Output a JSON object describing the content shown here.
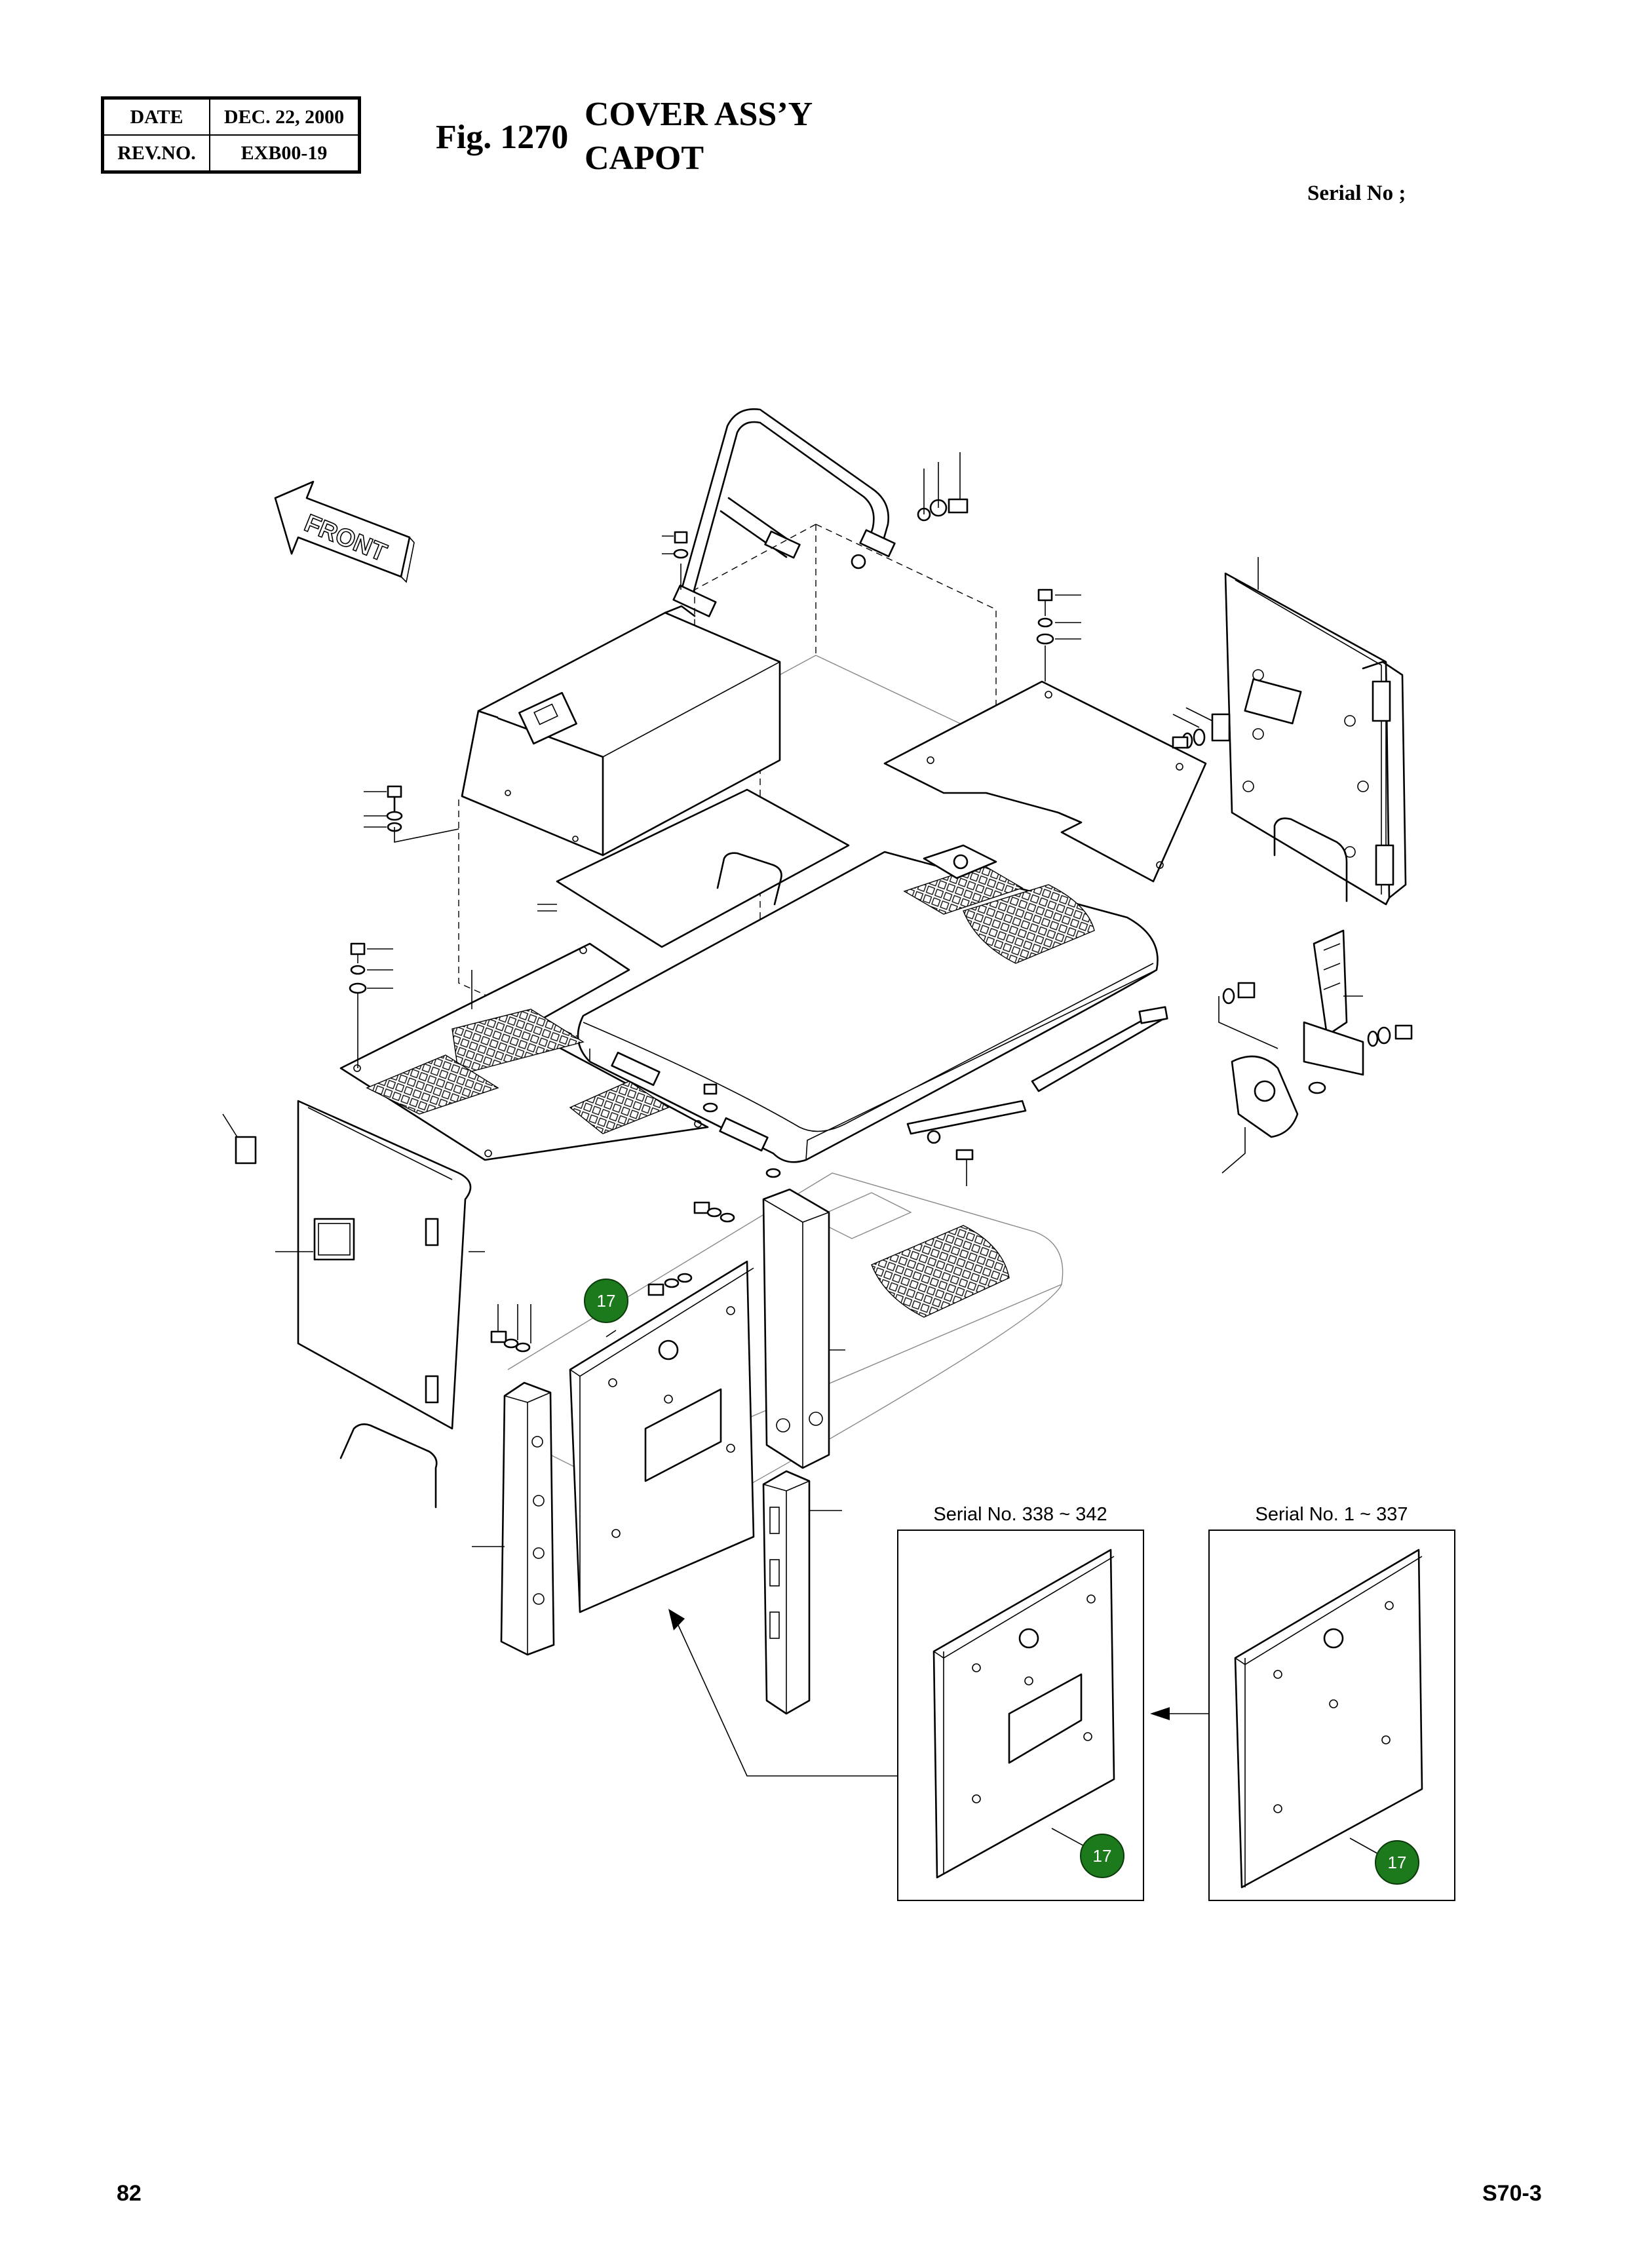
{
  "header": {
    "date_label": "DATE",
    "date_value": "DEC. 22, 2000",
    "rev_label": "REV.NO.",
    "rev_value": "EXB00-19",
    "fig_number": "Fig. 1270",
    "title_en": "COVER ASS’Y",
    "title_fr": "CAPOT",
    "serial_heading": "Serial No ;"
  },
  "drawing": {
    "front_arrow_text": "FRONT",
    "part_badges": [
      "17",
      "17",
      "17"
    ],
    "inset_left_label": "Serial No. 338 ~ 342",
    "inset_right_label": "Serial No. 1 ~ 337",
    "badge_color": "#1c7a1c"
  },
  "footer": {
    "page_number": "82",
    "model_code": "S70-3"
  }
}
